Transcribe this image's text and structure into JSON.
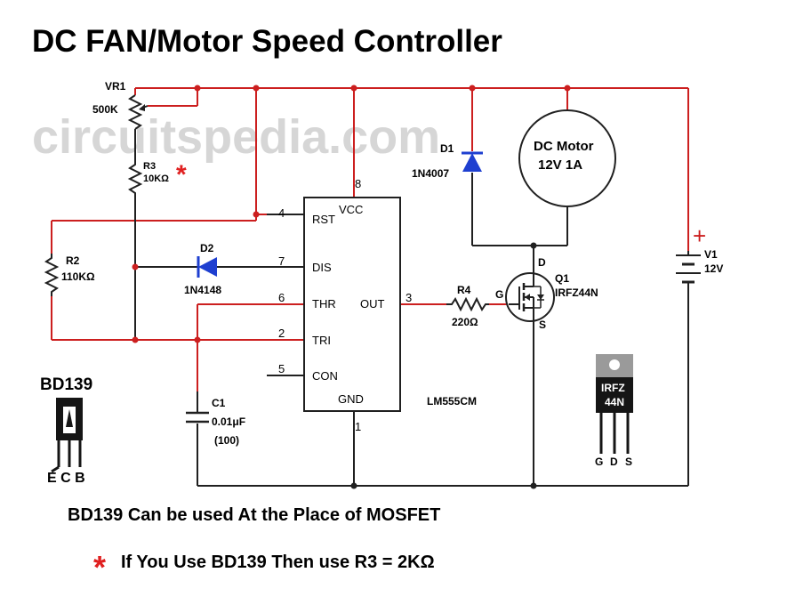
{
  "title": "DC FAN/Motor Speed Controller",
  "watermark": "circuitspedia.com",
  "colors": {
    "wire_red": "#cc1f1f",
    "wire_black": "#202020",
    "diode_blue": "#1e3fd0",
    "star_red": "#e02020",
    "watermark_gray": "#cfcfcf",
    "ic_fill": "#ffffff",
    "mosfet_tab": "#9a9a9a",
    "mosfet_body": "#151515"
  },
  "components": {
    "vr1": {
      "ref": "VR1",
      "value": "500K"
    },
    "r3": {
      "ref": "R3",
      "value": "10KΩ",
      "note_icon": "asterisk-red-icon"
    },
    "r2": {
      "ref": "R2",
      "value": "110KΩ"
    },
    "d1": {
      "ref": "D1",
      "value": "1N4007"
    },
    "d2": {
      "ref": "D2",
      "value": "1N4148"
    },
    "c1": {
      "ref": "C1",
      "value": "0.01μF",
      "code": "(100)"
    },
    "r4": {
      "ref": "R4",
      "value": "220Ω"
    },
    "q1": {
      "ref": "Q1",
      "value": "IRFZ44N",
      "pin_d": "D",
      "pin_g": "G",
      "pin_s": "S"
    },
    "motor": {
      "line1": "DC Motor",
      "line2": "12V 1A"
    },
    "v1": {
      "ref": "V1",
      "value": "12V",
      "plus": "+"
    },
    "ic": {
      "name": "LM555CM",
      "pins": [
        {
          "num": "8",
          "label": "VCC"
        },
        {
          "num": "4",
          "label": "RST"
        },
        {
          "num": "7",
          "label": "DIS"
        },
        {
          "num": "6",
          "label": "THR"
        },
        {
          "num": "2",
          "label": "TRI"
        },
        {
          "num": "5",
          "label": "CON"
        },
        {
          "num": "3",
          "label": "OUT"
        },
        {
          "num": "1",
          "label": "GND"
        }
      ]
    }
  },
  "packages": {
    "bd139": {
      "title": "BD139",
      "pins": "E C B"
    },
    "irfz44n": {
      "line1": "IRFZ",
      "line2": "44N",
      "pins": [
        "G",
        "D",
        "S"
      ]
    }
  },
  "notes": {
    "line1": "BD139 Can be used At the Place of MOSFET",
    "line2_star": "*",
    "line2": "If You Use BD139 Then use R3 = 2KΩ"
  }
}
